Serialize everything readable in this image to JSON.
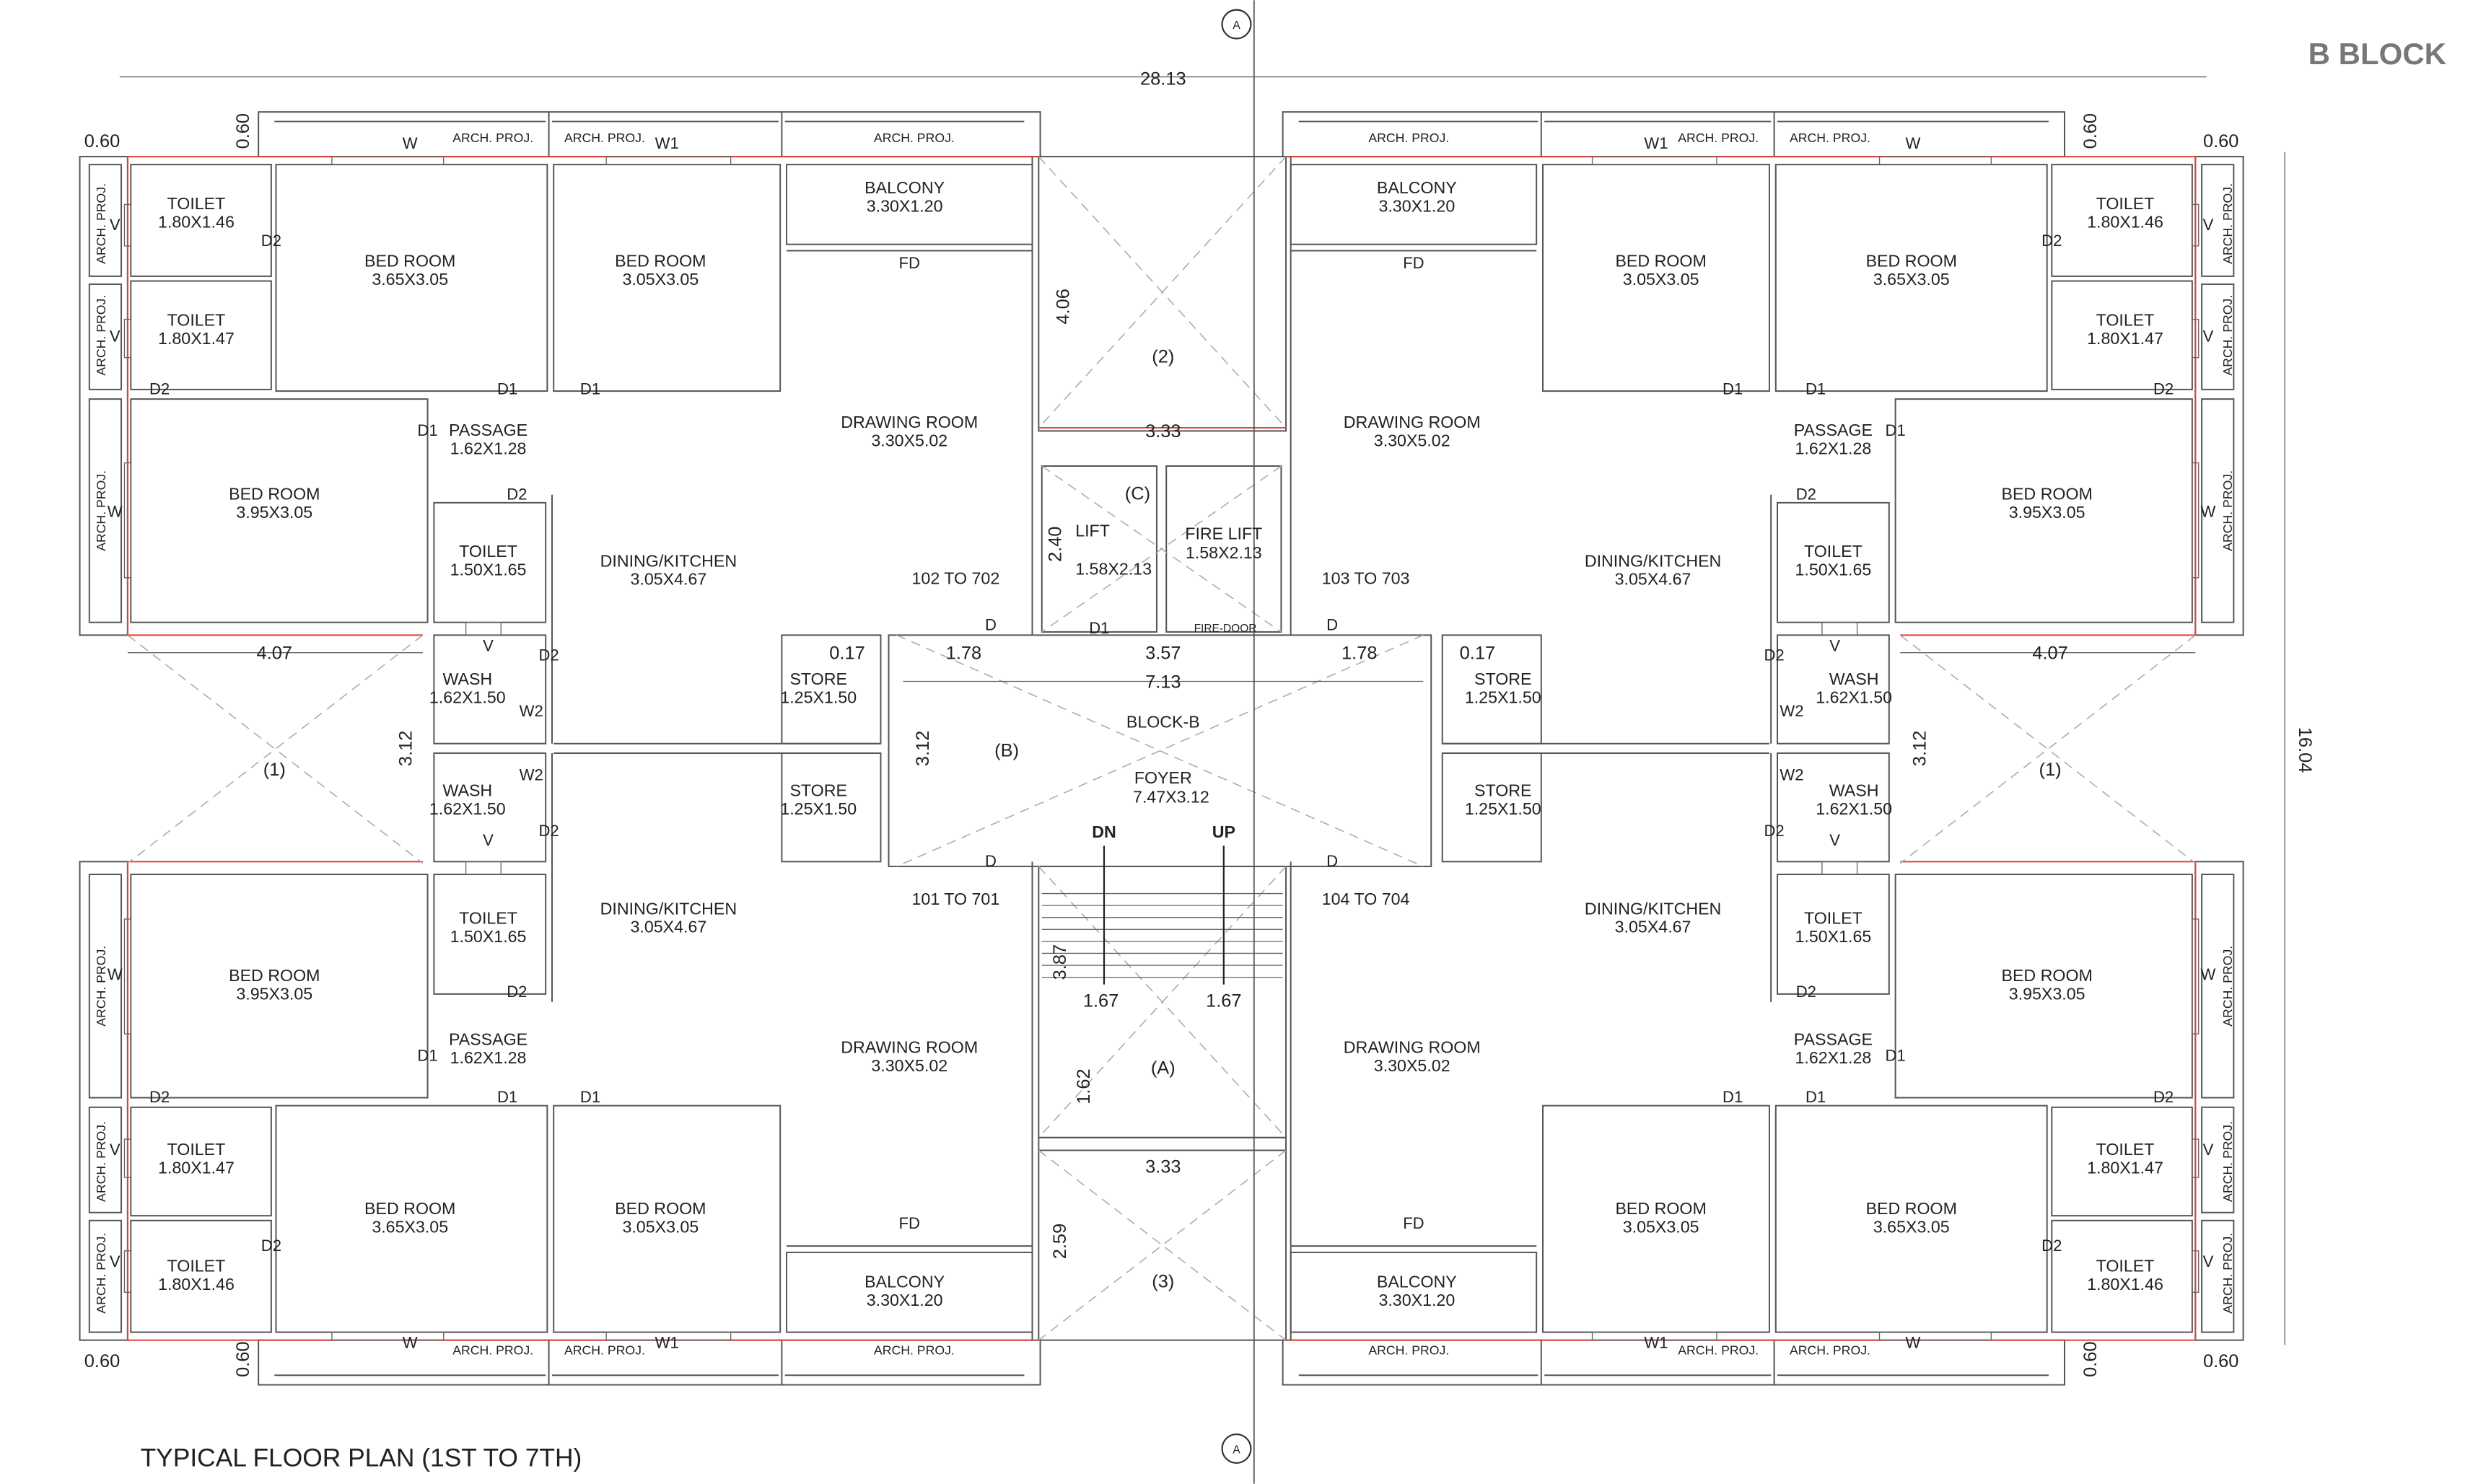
{
  "title": "B BLOCK",
  "caption": "TYPICAL FLOOR PLAN (1ST TO 7TH)",
  "section_marker": "A",
  "dimensions": {
    "overall_width": "28.13",
    "overall_depth": "16.04",
    "projection": "0.60",
    "side_court_width": "4.07",
    "side_court_depth": "3.12",
    "shaft_2_depth": "4.06",
    "shaft_width": "3.33",
    "lift_depth": "2.40",
    "foyer_gap": "0.17",
    "foyer_side": "1.78",
    "foyer_mid": "3.57",
    "foyer_width": "7.13",
    "foyer_depth": "3.12",
    "stair_depth": "3.87",
    "stair_flight": "1.67",
    "landing": "1.62",
    "shaft_3_depth": "2.59"
  },
  "core": {
    "shaft_2": "(2)",
    "shaft_3": "(3)",
    "shaft_1": "(1)",
    "zone_c": "(C)",
    "zone_b": "(B)",
    "zone_a": "(A)",
    "lift": {
      "name": "LIFT",
      "size": "1.58X2.13"
    },
    "fire_lift": {
      "name": "FIRE LIFT",
      "size": "1.58X2.13"
    },
    "lift_door": "D1",
    "fire_door": "FIRE-DOOR",
    "block": "BLOCK-B",
    "foyer": {
      "name": "FOYER",
      "size": "7.47X3.12"
    },
    "down": "DN",
    "up": "UP"
  },
  "marks": [
    "D2",
    "D1",
    "D1",
    "D2",
    "D1",
    "D2",
    "D2",
    "W2",
    "V",
    "W",
    "W1",
    "ARCH. PROJ.",
    "ARCH. PROJ.",
    "ARCH. PROJ.",
    "V",
    "V",
    "W",
    "FD",
    "D",
    "ARCH. PROJ.",
    "ARCH. PROJ.",
    "ARCH. PROJ."
  ],
  "units": [
    {
      "id": "102 TO 702",
      "rooms": {
        "toilet1": {
          "name": "TOILET",
          "size": "1.80X1.46"
        },
        "toilet2": {
          "name": "TOILET",
          "size": "1.80X1.47"
        },
        "bed1": {
          "name": "BED ROOM",
          "size": "3.65X3.05"
        },
        "bed2": {
          "name": "BED ROOM",
          "size": "3.05X3.05"
        },
        "bed3": {
          "name": "BED ROOM",
          "size": "3.95X3.05"
        },
        "passage": {
          "name": "PASSAGE",
          "size": "1.62X1.28"
        },
        "toilet3": {
          "name": "TOILET",
          "size": "1.50X1.65"
        },
        "dining": {
          "name": "DINING/KITCHEN",
          "size": "3.05X4.67"
        },
        "drawing": {
          "name": "DRAWING ROOM",
          "size": "3.30X5.02"
        },
        "balcony": {
          "name": "BALCONY",
          "size": "3.30X1.20"
        },
        "wash": {
          "name": "WASH",
          "size": "1.62X1.50"
        },
        "store": {
          "name": "STORE",
          "size": "1.25X1.50"
        }
      }
    },
    {
      "id": "103 TO 703",
      "rooms": {
        "toilet1": {
          "name": "TOILET",
          "size": "1.80X1.46"
        },
        "toilet2": {
          "name": "TOILET",
          "size": "1.80X1.47"
        },
        "bed1": {
          "name": "BED ROOM",
          "size": "3.65X3.05"
        },
        "bed2": {
          "name": "BED ROOM",
          "size": "3.05X3.05"
        },
        "bed3": {
          "name": "BED ROOM",
          "size": "3.95X3.05"
        },
        "passage": {
          "name": "PASSAGE",
          "size": "1.62X1.28"
        },
        "toilet3": {
          "name": "TOILET",
          "size": "1.50X1.65"
        },
        "dining": {
          "name": "DINING/KITCHEN",
          "size": "3.05X4.67"
        },
        "drawing": {
          "name": "DRAWING ROOM",
          "size": "3.30X5.02"
        },
        "balcony": {
          "name": "BALCONY",
          "size": "3.30X1.20"
        },
        "wash": {
          "name": "WASH",
          "size": "1.62X1.50"
        },
        "store": {
          "name": "STORE",
          "size": "1.25X1.50"
        }
      }
    },
    {
      "id": "101 TO 701",
      "rooms": {
        "toilet1": {
          "name": "TOILET",
          "size": "1.80X1.46"
        },
        "toilet2": {
          "name": "TOILET",
          "size": "1.80X1.47"
        },
        "bed1": {
          "name": "BED ROOM",
          "size": "3.65X3.05"
        },
        "bed2": {
          "name": "BED ROOM",
          "size": "3.05X3.05"
        },
        "bed3": {
          "name": "BED ROOM",
          "size": "3.95X3.05"
        },
        "passage": {
          "name": "PASSAGE",
          "size": "1.62X1.28"
        },
        "toilet3": {
          "name": "TOILET",
          "size": "1.50X1.65"
        },
        "dining": {
          "name": "DINING/KITCHEN",
          "size": "3.05X4.67"
        },
        "drawing": {
          "name": "DRAWING ROOM",
          "size": "3.30X5.02"
        },
        "balcony": {
          "name": "BALCONY",
          "size": "3.30X1.20"
        },
        "wash": {
          "name": "WASH",
          "size": "1.62X1.50"
        },
        "store": {
          "name": "STORE",
          "size": "1.25X1.50"
        }
      }
    },
    {
      "id": "104 TO 704",
      "rooms": {
        "toilet1": {
          "name": "TOILET",
          "size": "1.80X1.46"
        },
        "toilet2": {
          "name": "TOILET",
          "size": "1.80X1.47"
        },
        "bed1": {
          "name": "BED ROOM",
          "size": "3.65X3.05"
        },
        "bed2": {
          "name": "BED ROOM",
          "size": "3.05X3.05"
        },
        "bed3": {
          "name": "BED ROOM",
          "size": "3.95X3.05"
        },
        "passage": {
          "name": "PASSAGE",
          "size": "1.62X1.28"
        },
        "toilet3": {
          "name": "TOILET",
          "size": "1.50X1.65"
        },
        "dining": {
          "name": "DINING/KITCHEN",
          "size": "3.05X4.67"
        },
        "drawing": {
          "name": "DRAWING ROOM",
          "size": "3.30X5.02"
        },
        "balcony": {
          "name": "BALCONY",
          "size": "3.30X1.20"
        },
        "wash": {
          "name": "WASH",
          "size": "1.62X1.50"
        },
        "store": {
          "name": "STORE",
          "size": "1.25X1.50"
        }
      }
    }
  ]
}
